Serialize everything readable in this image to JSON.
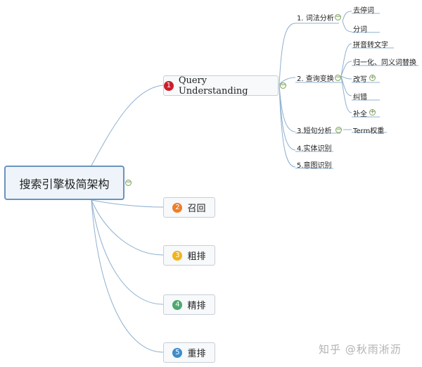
{
  "root": {
    "label": "搜索引擎极简架构"
  },
  "branches": [
    {
      "num": "1",
      "label": "Query Understanding",
      "color": "#cc1f2d"
    },
    {
      "num": "2",
      "label": "召回",
      "color": "#ee7f28"
    },
    {
      "num": "3",
      "label": "粗排",
      "color": "#f2b41b"
    },
    {
      "num": "4",
      "label": "精排",
      "color": "#4ea86f"
    },
    {
      "num": "5",
      "label": "重排",
      "color": "#3f8cc9"
    }
  ],
  "qu_children": [
    {
      "label": "1. 词法分析",
      "children": [
        "去停词",
        "分词"
      ]
    },
    {
      "label": "2. 查询变换",
      "children": [
        "拼音转文字",
        "归一化、同义词替换",
        "改写",
        "纠错",
        "补全"
      ]
    },
    {
      "label": "3.短句分析",
      "children": [
        "Term权重"
      ]
    },
    {
      "label": "4.实体识别",
      "children": []
    },
    {
      "label": "5.意图识别",
      "children": []
    }
  ],
  "watermark": "知乎 @秋雨淅沥"
}
